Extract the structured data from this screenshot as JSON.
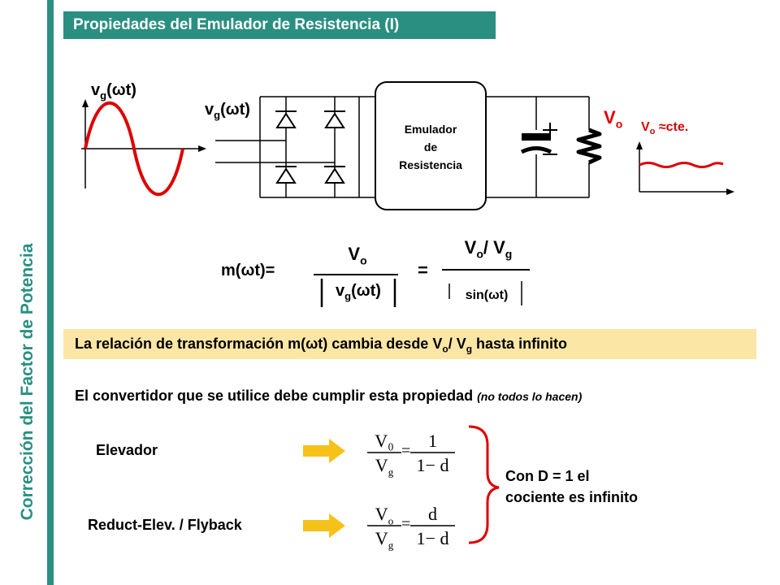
{
  "title": "Propiedades del Emulador de Resistencia (I)",
  "side_title": "Corrección del Factor de Potencia",
  "diagram": {
    "vg_label_left": {
      "base": "v",
      "sub": "g",
      "rest": "(ωt)"
    },
    "vg_label_circuit": {
      "base": "v",
      "sub": "g",
      "rest": "(ωt)"
    },
    "emulator_lines": [
      "Emulador",
      "de",
      "Resistencia"
    ],
    "vo_label": {
      "base": "V",
      "sub": "o"
    },
    "vo_cte_label": {
      "base": "V",
      "sub": "o",
      "rest": " ≈cte."
    }
  },
  "formula": {
    "lhs": "m(ωt)=",
    "num1": {
      "base": "V",
      "sub": "o"
    },
    "den1": {
      "base": "v",
      "sub": "g",
      "rest": "(ωt)"
    },
    "equals": "=",
    "num2": {
      "a": "V",
      "a_sub": "o",
      "mid": "/ V",
      "b_sub": "g"
    },
    "den2": "sin(ωt)"
  },
  "highlight": {
    "pre": "La relación de transformación m(ωt) cambia desde V",
    "sub1": "o",
    "mid": "/ V",
    "sub2": "g",
    "post": " hasta infinito"
  },
  "property_note": {
    "main": "El convertidor que se utilice debe cumplir esta propiedad ",
    "aside": "(no todos lo hacen)"
  },
  "converters": [
    {
      "label": "Elevador",
      "num_l": "V₀",
      "den_l": "V",
      "den_l_sub": "g",
      "op": "=",
      "num_r": "1",
      "den_r": "1− d"
    },
    {
      "label": "Reduct-Elev. / Flyback",
      "num_l": "V",
      "num_l_sub": "o",
      "den_l": "V",
      "den_l_sub": "g",
      "op": "=",
      "num_r": "d",
      "den_r": "1− d"
    }
  ],
  "bracket_note": [
    "Con D = 1 el",
    "cociente es infinito"
  ],
  "colors": {
    "accent": "#2a8f80",
    "highlight": "#fbe6a6",
    "red": "#dd0000",
    "arrow": "#f6c21a"
  }
}
